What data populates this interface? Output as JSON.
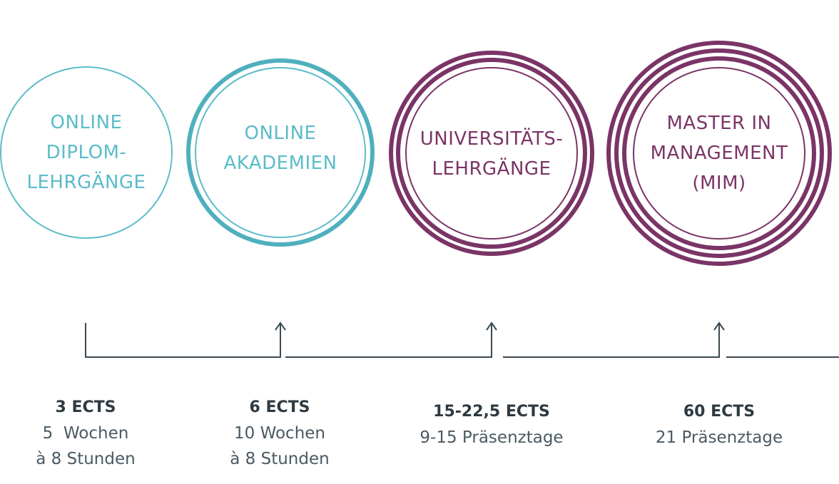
{
  "colors": {
    "teal_light": "#5bbcc9",
    "teal_dark": "#4fb0bd",
    "plum": "#7b3466",
    "line": "#3b4a52"
  },
  "stages": [
    {
      "title_lines": [
        "ONLINE",
        "DIPLOM-",
        "LEHRGÄNGE"
      ],
      "ects": "3 ECTS",
      "details": [
        "5  Wochen",
        "à 8 Stunden"
      ]
    },
    {
      "title_lines": [
        "ONLINE",
        "AKADEMIEN"
      ],
      "ects": "6 ECTS",
      "details": [
        "10 Wochen",
        "à 8 Stunden"
      ]
    },
    {
      "title_lines": [
        "UNIVERSITÄTS-",
        "LEHRGÄNGE"
      ],
      "ects": "15-22,5 ECTS",
      "details": [
        "9-15 Präsenztage"
      ]
    },
    {
      "title_lines": [
        "MASTER IN",
        "MANAGEMENT",
        "(MIM)"
      ],
      "ects": "60 ECTS",
      "details": [
        "21 Präsenztage"
      ]
    }
  ]
}
